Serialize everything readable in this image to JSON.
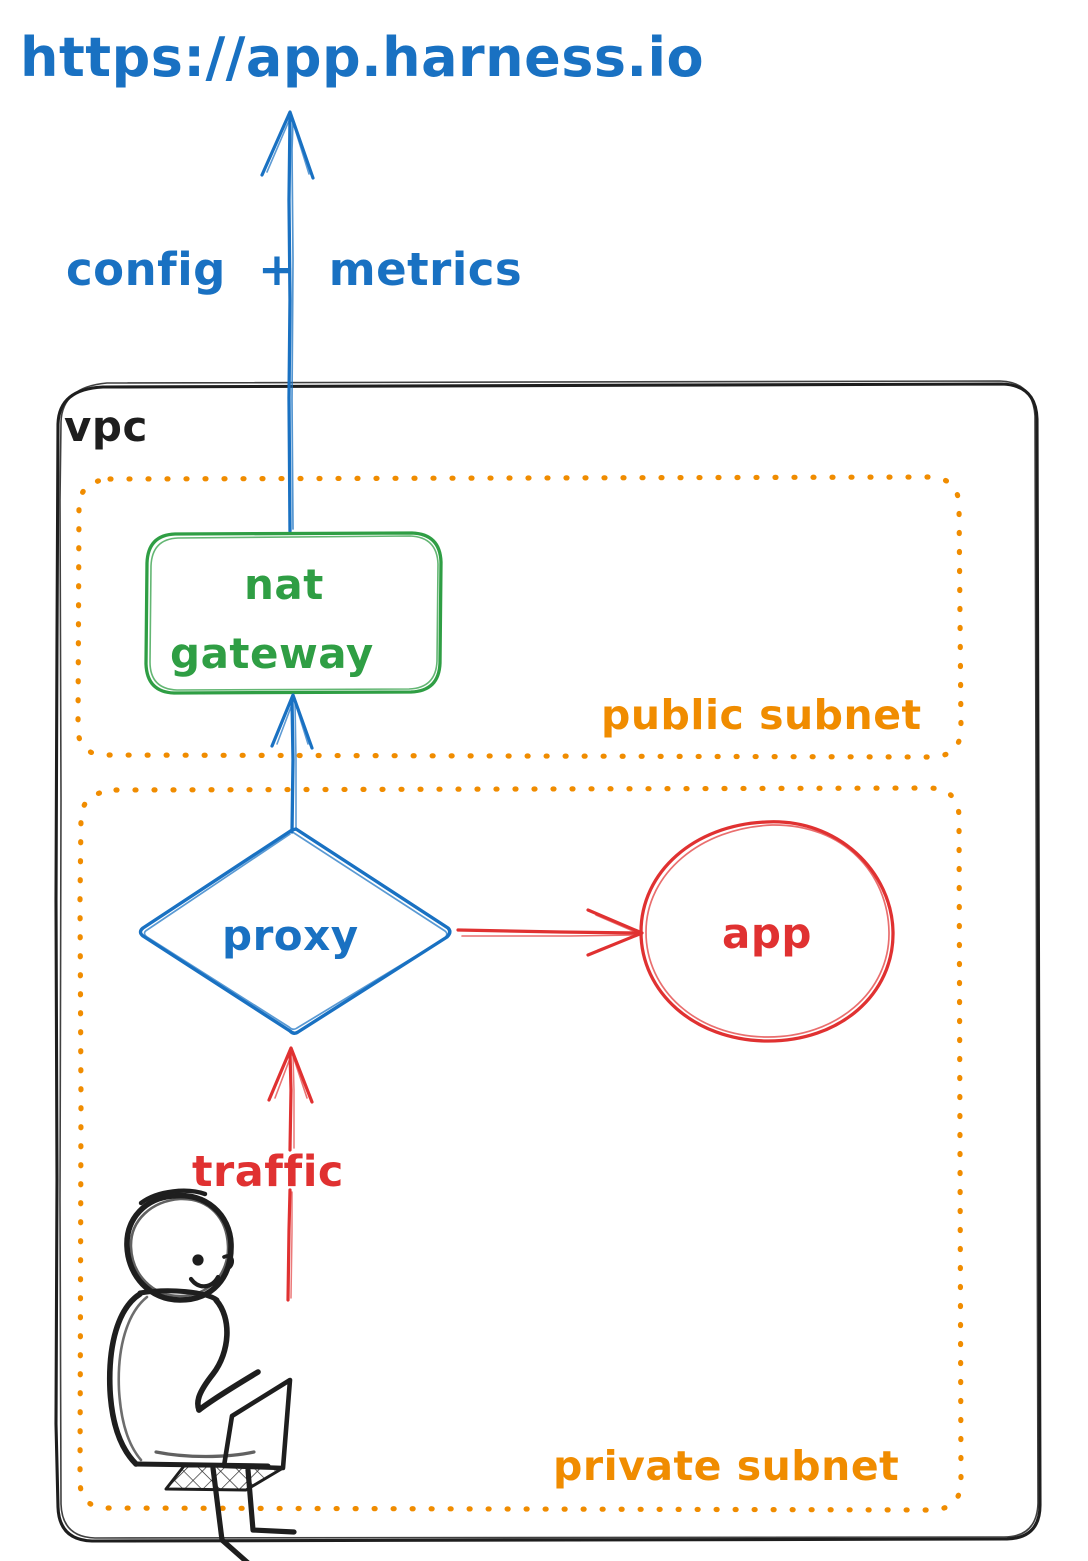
{
  "diagram": {
    "title_url": "https://app.harness.io",
    "colors": {
      "blue": "#1971c2",
      "green": "#2f9e44",
      "red": "#e03131",
      "orange": "#f08c00",
      "black": "#1e1e1e",
      "background": "#ffffff"
    },
    "outer_container": {
      "label": "vpc",
      "style": "solid-rounded-rect",
      "color": "#1e1e1e"
    },
    "subnets": [
      {
        "id": "public",
        "label": "public subnet",
        "style": "dotted-rounded-rect",
        "color": "#f08c00"
      },
      {
        "id": "private",
        "label": "private subnet",
        "style": "dotted-rounded-rect",
        "color": "#f08c00"
      }
    ],
    "nodes": [
      {
        "id": "nat-gateway",
        "label_line1": "nat",
        "label_line2": "gateway",
        "shape": "rounded-rectangle",
        "color": "#2f9e44",
        "subnet": "public"
      },
      {
        "id": "proxy",
        "label": "proxy",
        "shape": "diamond",
        "color": "#1971c2",
        "subnet": "private"
      },
      {
        "id": "app",
        "label": "app",
        "shape": "ellipse",
        "color": "#e03131",
        "subnet": "private"
      },
      {
        "id": "user",
        "label": "",
        "shape": "stick-figure-with-laptop",
        "color": "#1e1e1e",
        "subnet": "private"
      }
    ],
    "edges": [
      {
        "id": "natgw-to-internet",
        "from": "nat-gateway",
        "to": "https://app.harness.io",
        "label": "config + metrics",
        "color": "#1971c2",
        "direction": "up"
      },
      {
        "id": "proxy-to-natgw",
        "from": "proxy",
        "to": "nat-gateway",
        "label": "",
        "color": "#1971c2",
        "direction": "up"
      },
      {
        "id": "proxy-to-app",
        "from": "proxy",
        "to": "app",
        "label": "",
        "color": "#e03131",
        "direction": "right"
      },
      {
        "id": "user-to-proxy",
        "from": "user",
        "to": "proxy",
        "label": "traffic",
        "color": "#e03131",
        "direction": "up"
      }
    ]
  }
}
